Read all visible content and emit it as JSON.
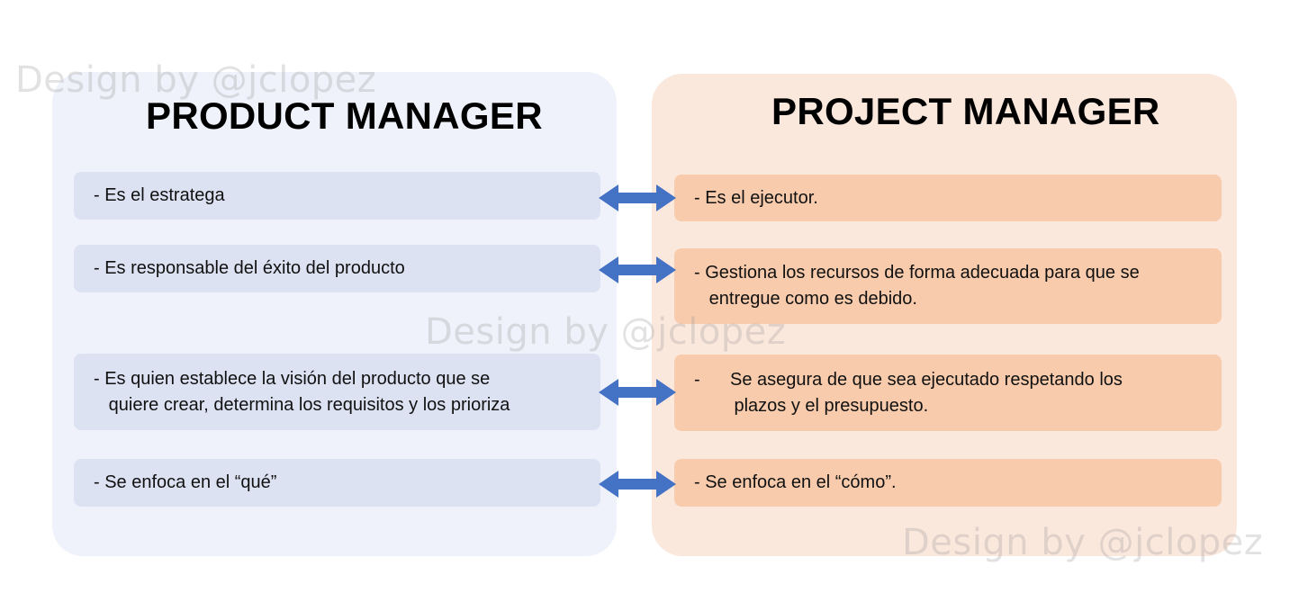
{
  "left": {
    "title": "PRODUCT MANAGER",
    "items": [
      "- Es el estratega",
      "- Es responsable del éxito del producto",
      "- Es quien establece la visión del producto que se\n   quiere crear, determina los requisitos y los prioriza",
      "- Se enfoca en el “qué”"
    ]
  },
  "right": {
    "title": "PROJECT MANAGER",
    "items": [
      "- Es el ejecutor.",
      "- Gestiona los recursos de forma adecuada para que se\n   entregue como es debido.",
      "-      Se asegura de que sea ejecutado respetando los\n        plazos y el presupuesto.",
      "- Se enfoca en el “cómo”."
    ]
  },
  "watermark": "Design by @jclopez",
  "colors": {
    "left_panel": "#eff2fa",
    "right_panel": "#fbe8dd",
    "left_box": "#dde2f3",
    "right_box": "#f8cbac",
    "arrow": "#4472c4"
  },
  "arrow_icon": "double-headed-arrow-icon"
}
